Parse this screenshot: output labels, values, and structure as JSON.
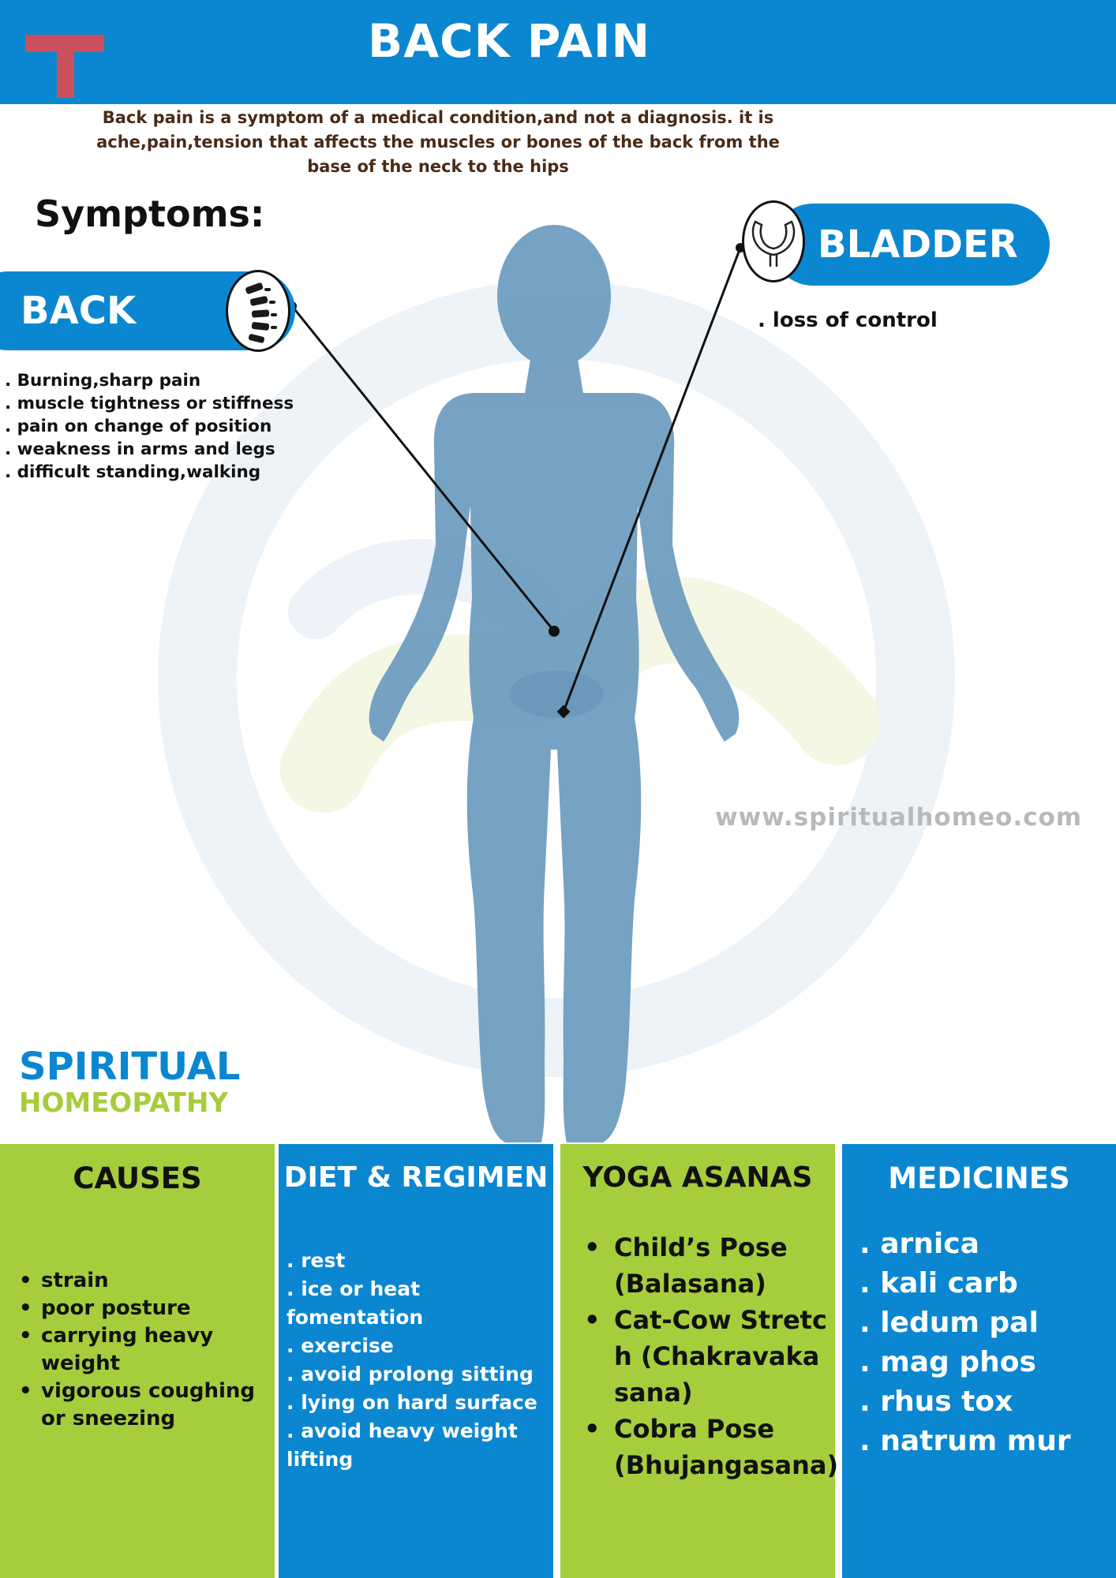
{
  "header": {
    "title": "BACK PAIN",
    "logo_letter": "T",
    "background_color": "#0a87d0",
    "logo_color": "#c9505c"
  },
  "intro": "Back pain is a symptom of a medical condition,and not a diagnosis. it is ache,pain,tension that affects the muscles or bones of the back from the base of the neck to the hips",
  "symptoms": {
    "title": "Symptoms:",
    "back": {
      "label": "BACK",
      "icon": "spine-icon",
      "items": [
        ". Burning,sharp pain",
        ". muscle tightness or stiffness",
        ". pain on change of position",
        ". weakness in arms and legs",
        ". difficult standing,walking"
      ]
    },
    "bladder": {
      "label": "BLADDER",
      "icon": "bladder-icon",
      "items": [
        ". loss of control"
      ]
    }
  },
  "website": "www.spiritualhomeo.com",
  "brand": {
    "line1": "SPIRITUAL",
    "line2": "HOMEOPATHY",
    "color1": "#0a87d0",
    "color2": "#a6cc3b"
  },
  "figure": {
    "icon": "human-body-silhouette",
    "color": "#6f9dc0"
  },
  "panels": {
    "causes": {
      "title": "CAUSES",
      "items": [
        "strain",
        "poor posture",
        "carrying heavy weight",
        "vigorous coughing or sneezing"
      ]
    },
    "diet": {
      "title": "DIET & REGIMEN",
      "items": [
        ". rest",
        ". ice or heat fomentation",
        ". exercise",
        ". avoid prolong sitting",
        ". lying on hard surface",
        ". avoid heavy weight lifting"
      ]
    },
    "yoga": {
      "title": "YOGA ASANAS",
      "items": [
        "Child’s Pose (Balasana)",
        "Cat-Cow Stretch (Chakravakasana)",
        "Cobra Pose (Bhujangasana)"
      ]
    },
    "medicines": {
      "title": "MEDICINES",
      "items": [
        ". arnica",
        ". kali carb",
        ". ledum pal",
        ". mag phos",
        ". rhus tox",
        ". natrum mur"
      ]
    }
  },
  "colors": {
    "blue": "#0a87d0",
    "green": "#a6cd3c"
  }
}
